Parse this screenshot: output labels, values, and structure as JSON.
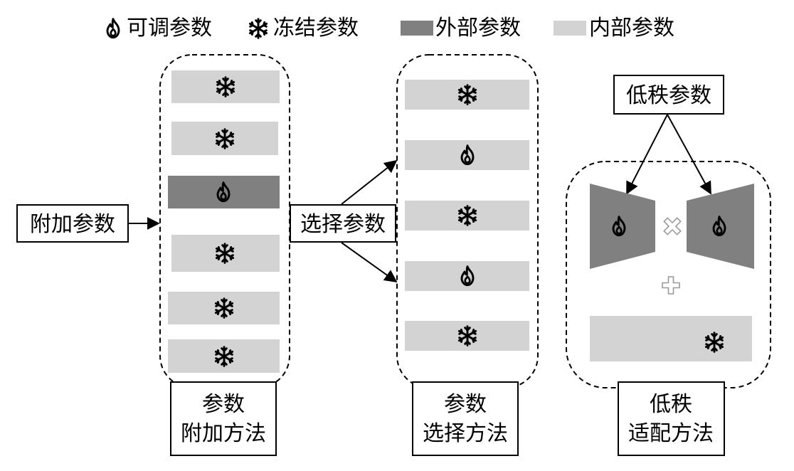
{
  "legend": {
    "tunable": "可调参数",
    "frozen": "冻结参数",
    "external": "外部参数",
    "internal": "内部参数"
  },
  "labels": {
    "add_params": "附加参数",
    "select_params": "选择参数",
    "lowrank_params": "低秩参数"
  },
  "methods": {
    "addition": [
      "参数",
      "附加方法"
    ],
    "selection": [
      "参数",
      "选择方法"
    ],
    "lowrank": [
      "低秩",
      "适配方法"
    ]
  },
  "addition_blocks": [
    "frozen",
    "frozen",
    "tunable-external",
    "frozen",
    "frozen",
    "frozen"
  ],
  "selection_blocks": [
    "frozen",
    "tunable",
    "frozen",
    "tunable",
    "frozen"
  ],
  "colors": {
    "external": "#808080",
    "internal": "#d3d3d3",
    "border": "#000000"
  }
}
